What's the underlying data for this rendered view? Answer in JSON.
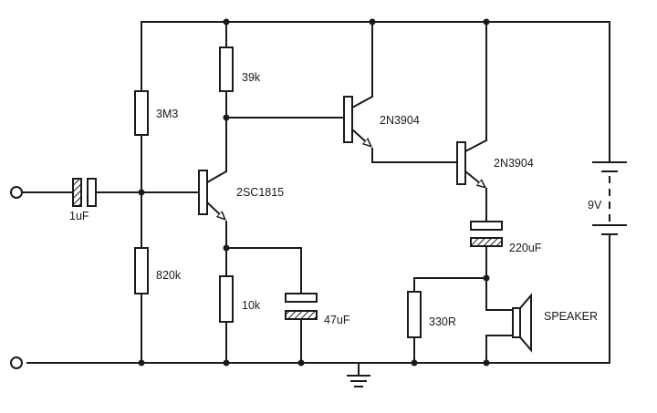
{
  "labels": {
    "r_top_bias": "3M3",
    "r_bottom_bias": "820k",
    "r_collector": "39k",
    "r_emitter": "10k",
    "r_output": "330R",
    "c_input": "1uF",
    "c_emitter": "47uF",
    "c_output": "220uF",
    "q1": "2SC1815",
    "q2": "2N3904",
    "q3": "2N3904",
    "battery": "9V",
    "speaker": "SPEAKER"
  }
}
